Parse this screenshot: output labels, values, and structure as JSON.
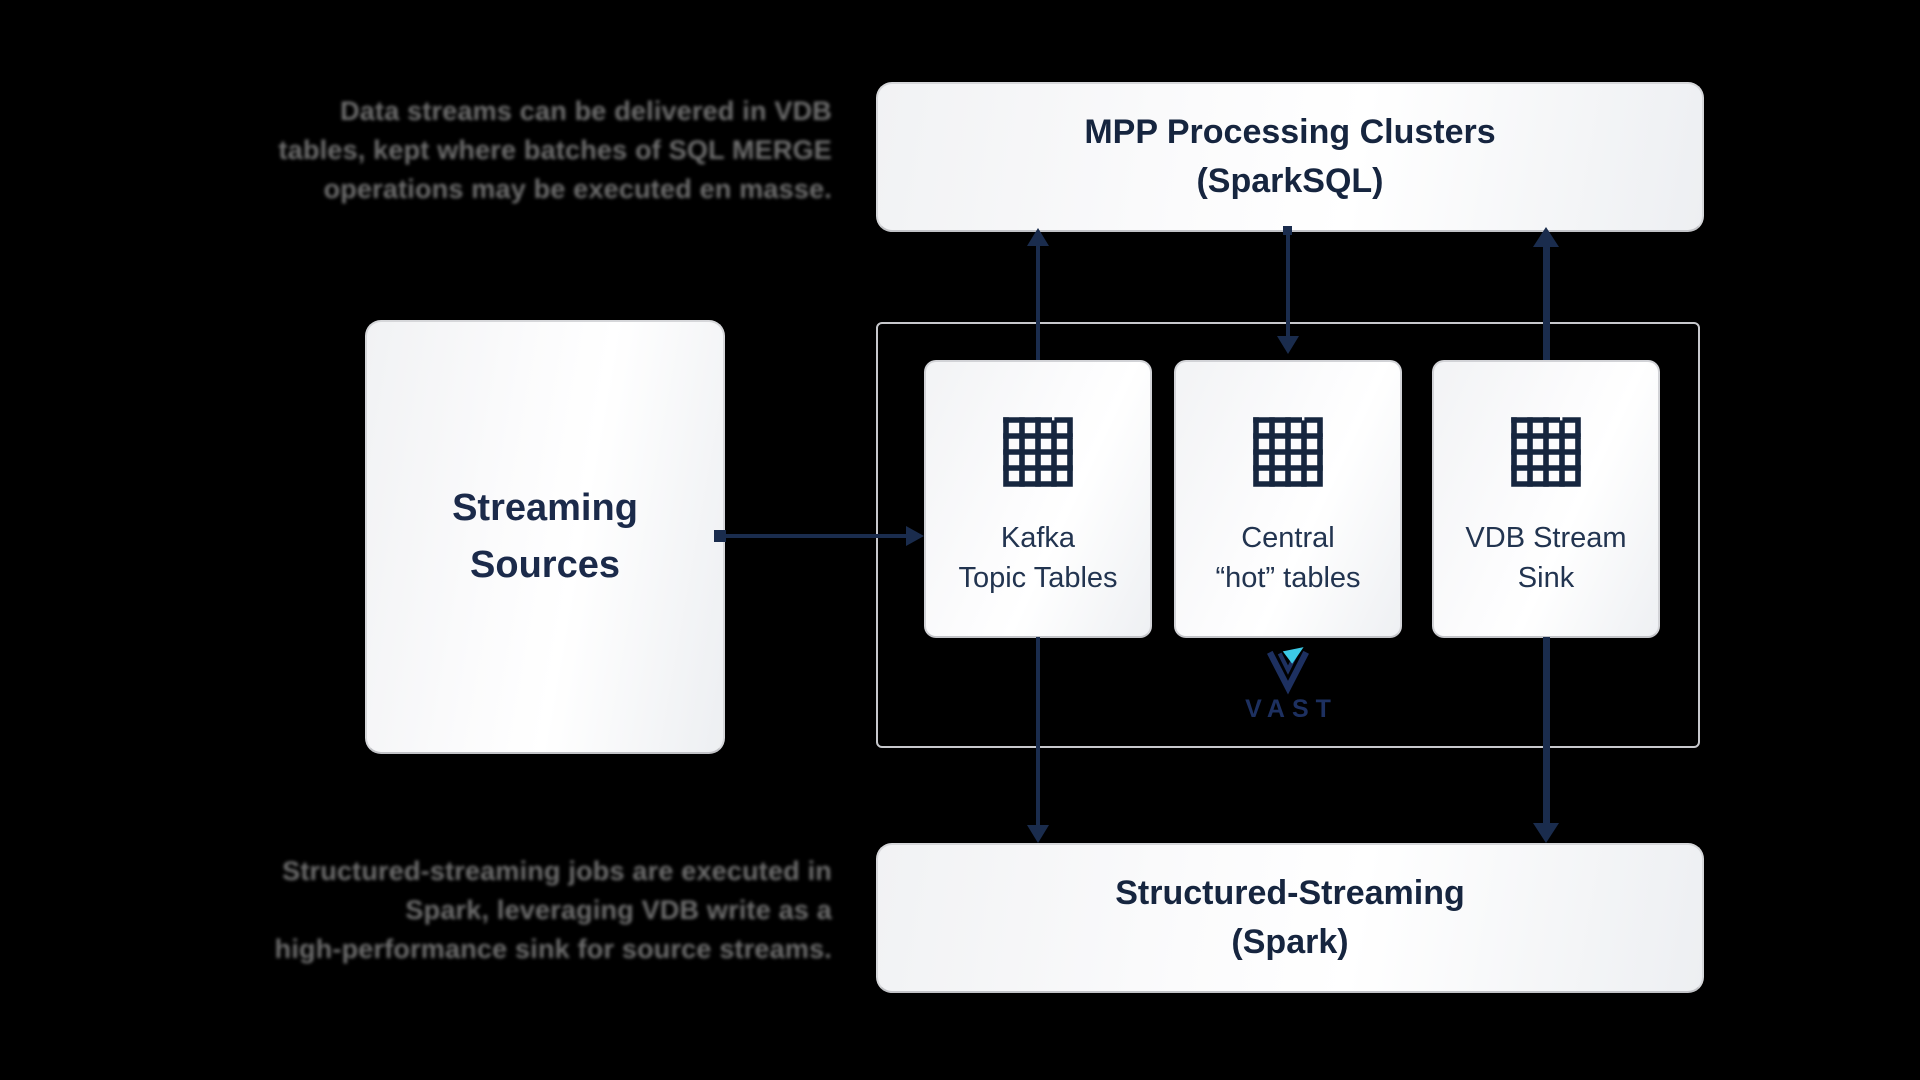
{
  "colors": {
    "background": "#000000",
    "navy_text": "#16253f",
    "card_text": "#223450",
    "arrow_navy": "#1a2c4d",
    "annotation_gray": "#6e6e6e",
    "logo_teal": "#3cc8e4",
    "logo_navy": "#1d3060",
    "box_fill": "#f5f6f8"
  },
  "annotations": {
    "top_left": {
      "line1": "Data streams can be delivered in VDB",
      "line2": "tables, kept where batches of SQL MERGE",
      "line3": "operations may be executed en masse."
    },
    "bottom_left": {
      "line1": "Structured-streaming jobs are executed in",
      "line2": "Spark, leveraging VDB write as a",
      "line3": "high-performance sink for source streams."
    }
  },
  "boxes": {
    "mpp": {
      "line1": "MPP Processing Clusters",
      "line2": "(SparkSQL)"
    },
    "sources": {
      "line1": "Streaming",
      "line2": "Sources"
    },
    "spark": {
      "line1": "Structured-Streaming",
      "line2": "(Spark)"
    }
  },
  "cards": [
    {
      "id": "kafka-topic-tables",
      "icon": "table-grid-icon",
      "line1": "Kafka",
      "line2": "Topic Tables"
    },
    {
      "id": "central-hot-tables",
      "icon": "table-grid-icon",
      "line1": "Central",
      "line2": "“hot” tables"
    },
    {
      "id": "vdb-stream-sink",
      "icon": "table-grid-icon",
      "line1": "VDB Stream",
      "line2": "Sink"
    }
  ],
  "logo": {
    "name": "vast-logo",
    "wordmark": "VAST"
  }
}
